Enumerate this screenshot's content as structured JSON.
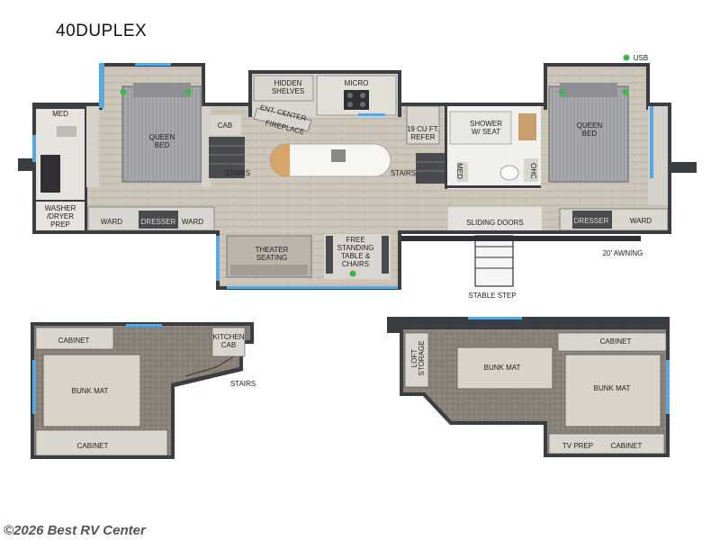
{
  "model": "40DUPLEX",
  "watermark": "©2026 Best RV Center",
  "main_level": {
    "labels": {
      "med_left": "MED",
      "washer_dryer_1": "WASHER",
      "washer_dryer_2": "/DRYER",
      "washer_dryer_3": "PREP",
      "queen_bed_left_1": "QUEEN",
      "queen_bed_left_2": "BED",
      "cab": "CAB",
      "stairs_left": "STAIRS",
      "ward_left_1": "WARD",
      "dresser_left": "DRESSER",
      "ward_left_2": "WARD",
      "hidden_shelves_1": "HIDDEN",
      "hidden_shelves_2": "SHELVES",
      "micro": "MICRO",
      "ent_center": "ENT. CENTER",
      "fireplace": "FIREPLACE",
      "theater_1": "THEATER",
      "theater_2": "SEATING",
      "table_1": "FREE",
      "table_2": "STANDING",
      "table_3": "TABLE &",
      "table_4": "CHAIRS",
      "refer_1": "19 CU FT.",
      "refer_2": "REFER",
      "stairs_right": "STAIRS",
      "shower_1": "SHOWER",
      "shower_2": "W/ SEAT",
      "med_right": "MED",
      "ohc": "OHC",
      "sliding_doors": "SLIDING DOORS",
      "queen_bed_right_1": "QUEEN",
      "queen_bed_right_2": "BED",
      "dresser_right": "DRESSER",
      "ward_right": "WARD",
      "usb": "USB",
      "awning": "20' AWNING",
      "stable_step": "STABLE STEP"
    }
  },
  "loft_left": {
    "labels": {
      "cabinet_top": "CABINET",
      "kitchen_cab_1": "KITCHEN",
      "kitchen_cab_2": "CAB",
      "bunk_mat": "BUNK MAT",
      "stairs": "STAIRS",
      "cabinet_bottom": "CABINET"
    }
  },
  "loft_right": {
    "labels": {
      "loft_storage_1": "LOFT",
      "loft_storage_2": "STORAGE",
      "cabinet_top": "CABINET",
      "bunk_mat_1": "BUNK MAT",
      "bunk_mat_2": "BUNK MAT",
      "tv_prep": "TV PREP",
      "cabinet_bottom": "CABINET"
    }
  },
  "colors": {
    "wall": "#3a3d42",
    "floor": "#c9c2b6",
    "floor_grain": "#b5ad9f",
    "bed": "#a9abae",
    "carpet": "#8e857c",
    "cabinet": "#d9d5cf",
    "window": "#5aa7e0",
    "usb_dot": "#3fb34f",
    "island_wood": "#d8a46a"
  }
}
